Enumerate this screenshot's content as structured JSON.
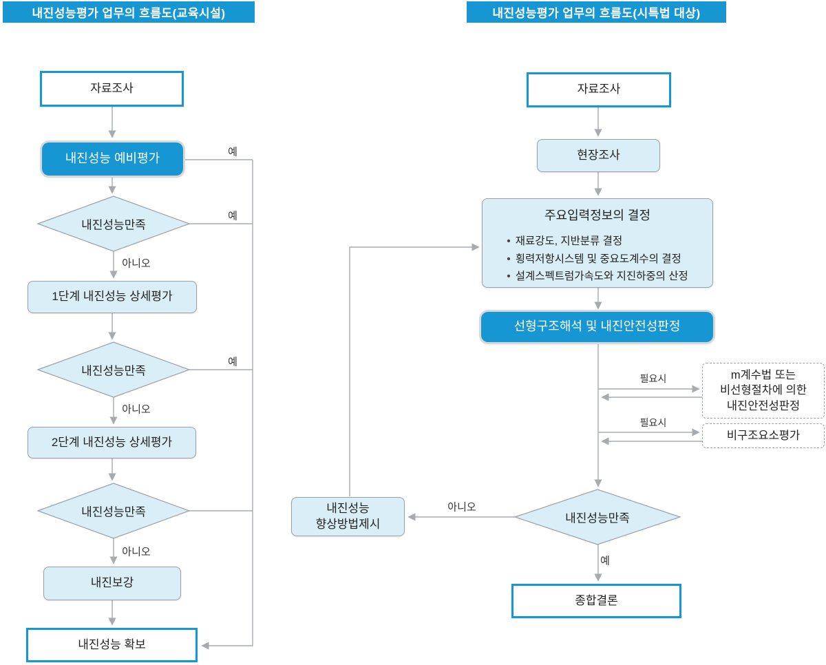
{
  "labels": {
    "yes": "예",
    "no": "아니오",
    "if_needed": "필요시",
    "bullet": "•"
  },
  "left_flow": {
    "title": "내진성능평가 업무의 흐름도(교육시설)",
    "data_survey": "자료조사",
    "preliminary_eval": "내진성능 예비평가",
    "decision": "내진성능만족",
    "stage1_eval": "1단계 내진성능 상세평가",
    "stage2_eval": "2단계 내진성능 상세평가",
    "retrofit": "내진보강",
    "secured": "내진성능 확보"
  },
  "right_flow": {
    "title": "내진성능평가 업무의 흐름도(시특법 대상)",
    "data_survey": "자료조사",
    "site_survey": "현장조사",
    "key_input_title": "주요입력정보의 결정",
    "key_input_bullets": [
      "재료강도, 지반분류 결정",
      "횡력저항시스템 및 중요도계수의 결정",
      "설계스펙트럼가속도와 지진하중의 산정"
    ],
    "linear_analysis": "선형구조해석 및 내진안전성판정",
    "m_method_lines": [
      "m계수법 또는",
      "비선형절차에 의한",
      "내진안전성판정"
    ],
    "nonstructural_eval": "비구조요소평가",
    "decision": "내진성능만족",
    "improvement_lines": [
      "내진성능",
      "향상방법제시"
    ],
    "conclusion": "종합결론"
  },
  "colors": {
    "accent_blue": "#1697D4",
    "node_fill": "#D9EEF6",
    "line_gray": "#A6ABB0"
  }
}
